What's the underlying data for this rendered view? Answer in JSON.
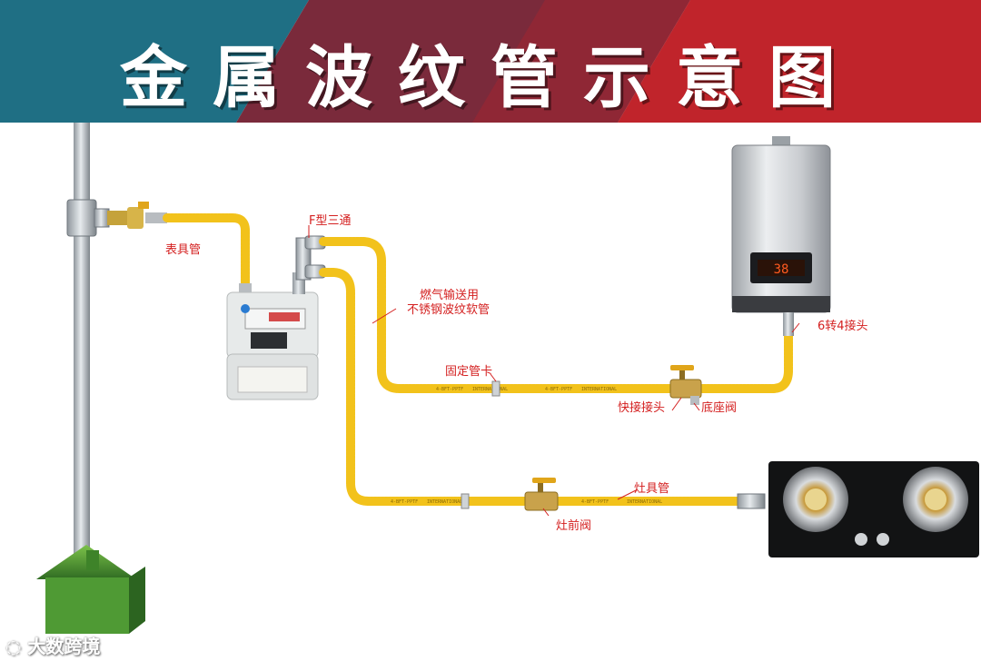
{
  "title": "金属波纹管示意图",
  "colors": {
    "pipe": "#f2c21b",
    "pipe_dark": "#c99710",
    "label": "#d42020",
    "banner_left": "#1f6f84",
    "banner_mid": "#7a2a3b",
    "banner_right": "#c0242b"
  },
  "labels": {
    "meter_pipe": "表具管",
    "f_tee": "F型三通",
    "transport_line1": "燃气输送用",
    "transport_line2": "不锈钢波纹软管",
    "fixed_clip": "固定管卡",
    "quick_connector": "快接接头",
    "base_valve": "底座阀",
    "adapter": "6转4接头",
    "stove_pipe": "灶具管",
    "stove_valve": "灶前阀"
  },
  "heater": {
    "display": "38"
  },
  "watermark": "大数跨境",
  "icons": [
    "gas-meter-icon",
    "water-heater-icon",
    "gas-stove-icon",
    "house-icon",
    "valve-icon"
  ]
}
